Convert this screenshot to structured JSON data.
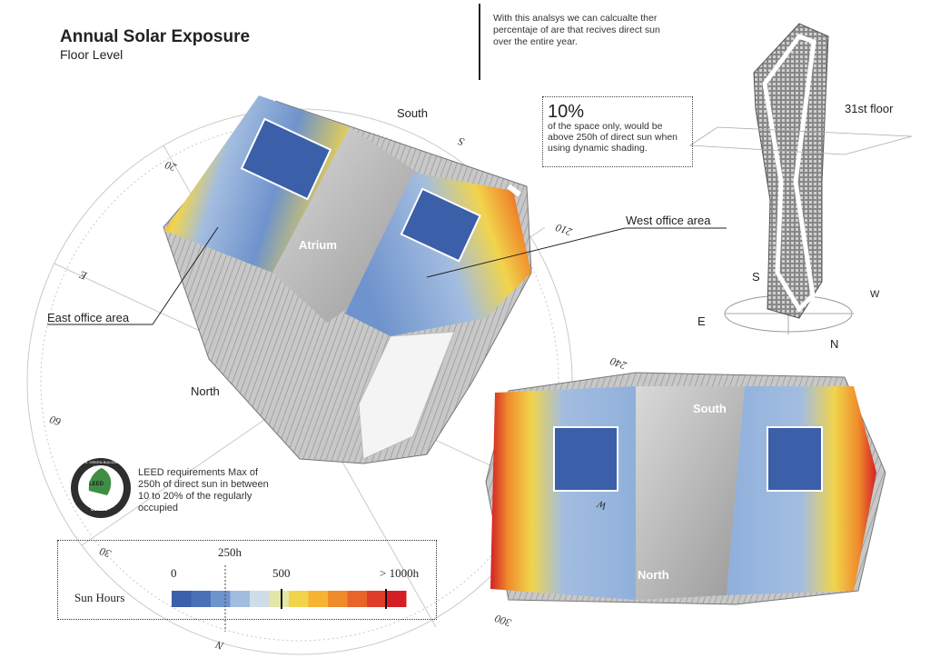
{
  "header": {
    "title": "Annual Solar Exposure",
    "subtitle": "Floor Level"
  },
  "intro": "With this analsys we can calcualte ther percentaje of are that recives direct sun over the entire year.",
  "note": {
    "percent": "10%",
    "text": "of the space only, would be above 250h of direct sun when using dynamic shading."
  },
  "labels": {
    "south_top": "South",
    "atrium": "Atrium",
    "west_office": "West office area",
    "east_office": "East  office area",
    "north_top": "North",
    "floor": "31st floor",
    "south_bottom": "South",
    "north_bottom": "North"
  },
  "compass": {
    "d20": "20",
    "d210": "210",
    "d240": "240",
    "d60": "60",
    "d30": "30",
    "d300": "300",
    "s": "S",
    "e": "E",
    "w": "W",
    "n": "N"
  },
  "tower_compass": {
    "s": "S",
    "e": "E",
    "w": "W",
    "n": "N"
  },
  "leed": {
    "text": "LEED requirements Max of 250h of direct sun  in  between 10 to 20% of the regularly occupied",
    "ring_top": "U.S. GREEN BUILDING COUNCIL",
    "mid": "LEED",
    "bottom": "USGBC"
  },
  "legend": {
    "caption": "Sun Hours",
    "ticks": [
      "0",
      "250h",
      "500",
      "> 1000h"
    ],
    "colors": [
      "#3b5fa8",
      "#4a71b8",
      "#6f93cc",
      "#a3bde0",
      "#cfdcea",
      "#e4e6a8",
      "#f1d44c",
      "#f6b432",
      "#f08b2c",
      "#e8652a",
      "#df3d2a",
      "#d41f26"
    ]
  }
}
